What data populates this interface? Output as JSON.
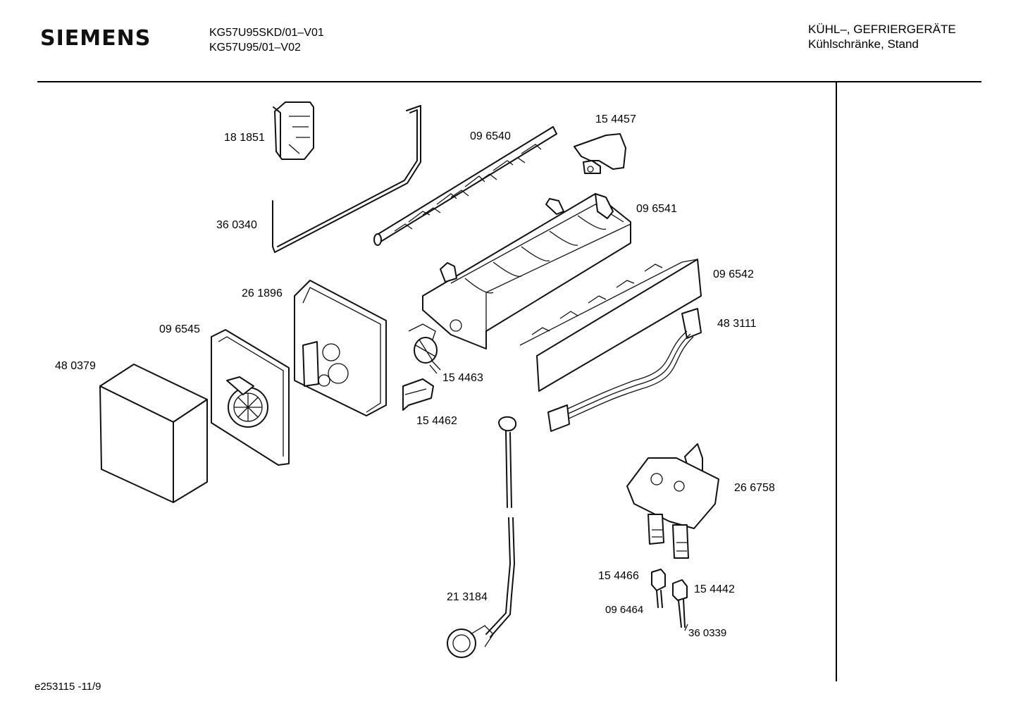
{
  "header": {
    "brand": "SIEMENS",
    "model_lines": [
      "KG57U95SKD/01–V01",
      "KG57U95/01–V02"
    ],
    "category_lines": [
      "KÜHL–, GEFRIERGERÄTE",
      "Kühlschränke, Stand"
    ]
  },
  "parts": [
    {
      "id": "p181851",
      "number": "18 1851"
    },
    {
      "id": "p360340",
      "number": "36 0340"
    },
    {
      "id": "p096540",
      "number": "09 6540"
    },
    {
      "id": "p154457",
      "number": "15 4457"
    },
    {
      "id": "p096541",
      "number": "09 6541"
    },
    {
      "id": "p096542",
      "number": "09 6542"
    },
    {
      "id": "p261896",
      "number": "26 1896"
    },
    {
      "id": "p096545",
      "number": "09 6545"
    },
    {
      "id": "p480379",
      "number": "48 0379"
    },
    {
      "id": "p483111",
      "number": "48 3111"
    },
    {
      "id": "p154463",
      "number": "15 4463"
    },
    {
      "id": "p154462",
      "number": "15 4462"
    },
    {
      "id": "p266758",
      "number": "26 6758"
    },
    {
      "id": "p154466",
      "number": "15 4466"
    },
    {
      "id": "p154442",
      "number": "15 4442"
    },
    {
      "id": "p096464",
      "number": "09 6464"
    },
    {
      "id": "p360339",
      "number": "36 0339"
    },
    {
      "id": "p213184",
      "number": "21 3184"
    }
  ],
  "footer": {
    "drawing_id": "e253115 -11/9"
  }
}
